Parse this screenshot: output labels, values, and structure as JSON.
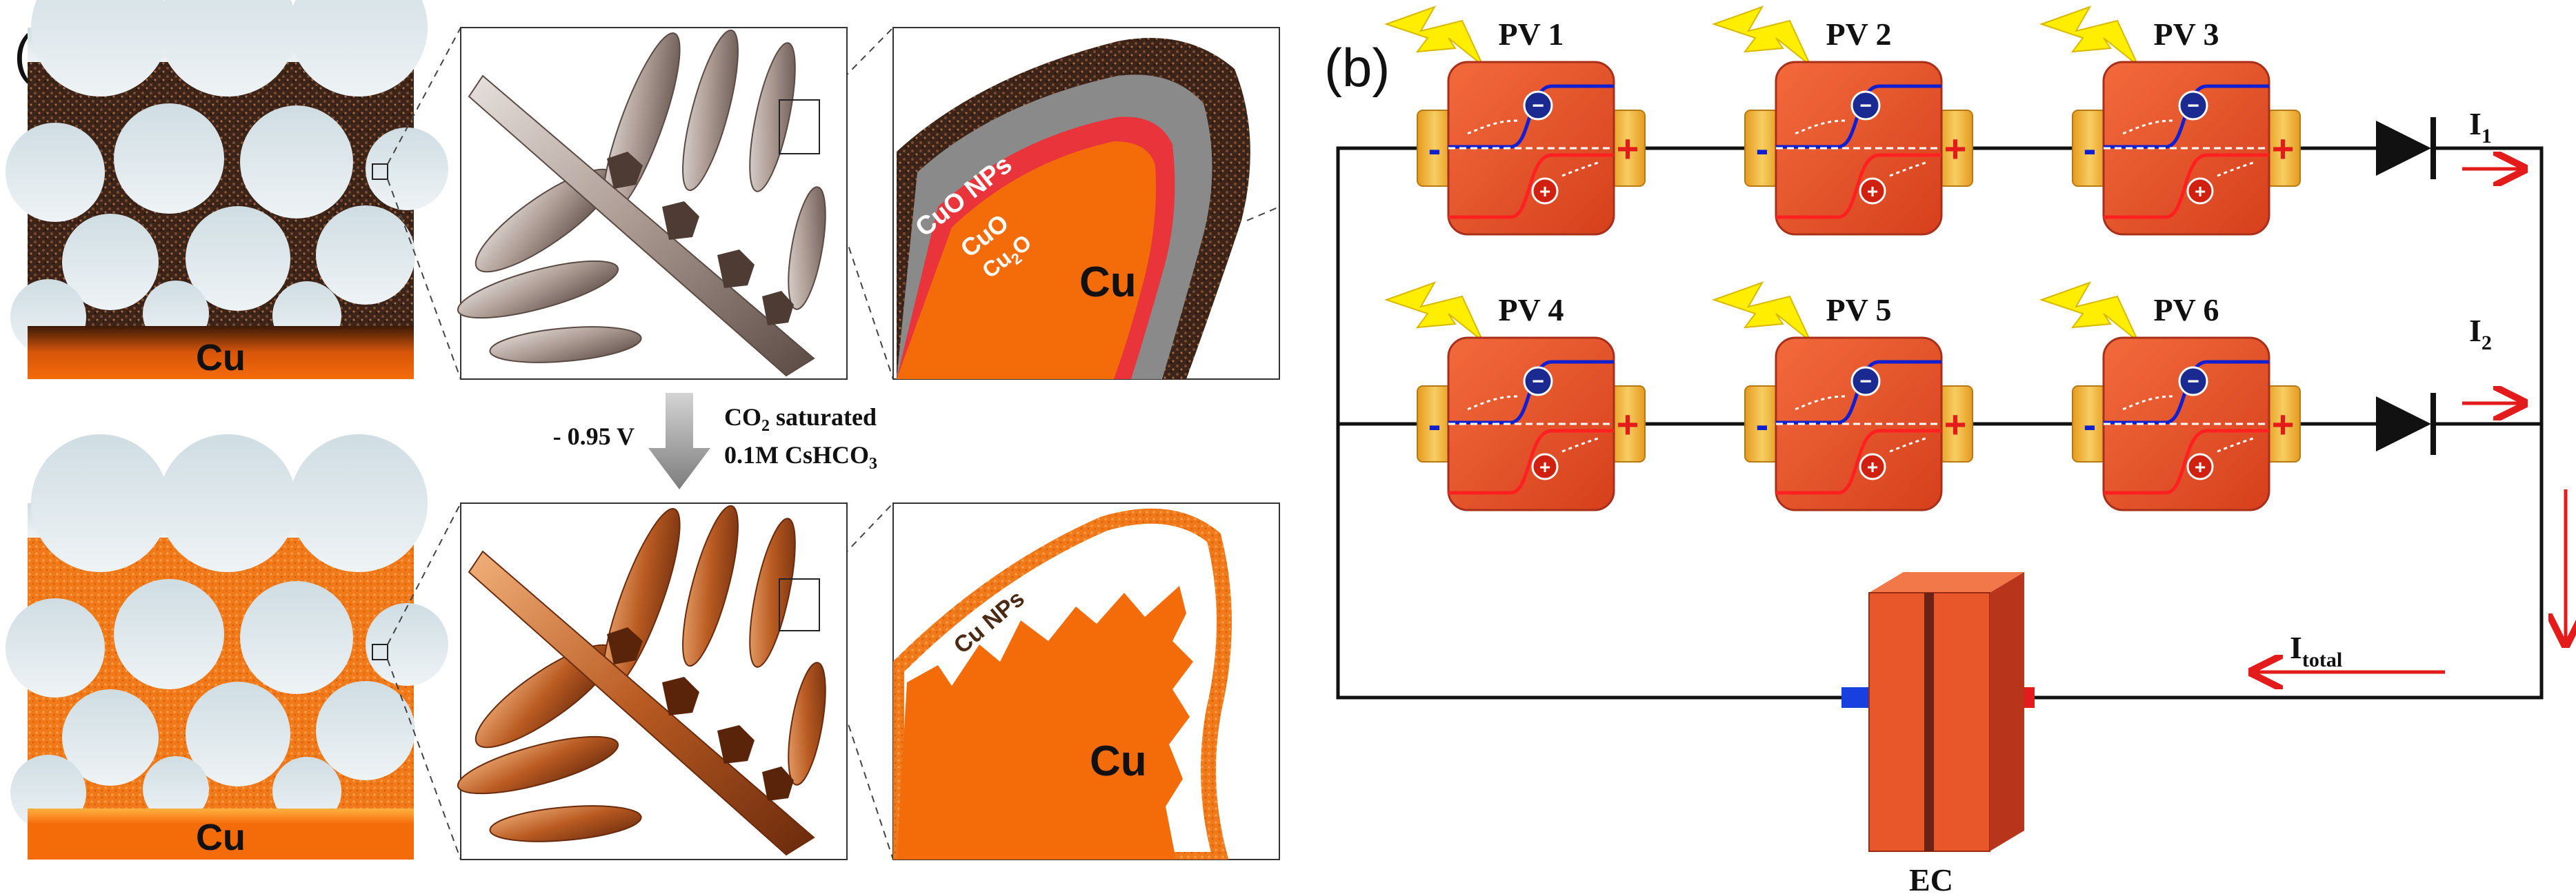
{
  "panel_a": {
    "label": "(a)",
    "top_row": {
      "substrate_label": "Cu",
      "zoom_layers": [
        "CuO NPs",
        "CuO",
        "Cu",
        "2",
        "O"
      ],
      "zoom_core_label": "Cu"
    },
    "process": {
      "voltage": "- 0.95 V",
      "line1_prefix": "CO",
      "line1_sub": "2",
      "line1_suffix": " saturated",
      "line2": "0.1M CsHCO",
      "line2_sub": "3"
    },
    "bottom_row": {
      "substrate_label": "Cu",
      "zoom_np_label": "Cu NPs",
      "zoom_core_label": "Cu"
    },
    "colors": {
      "oxide_dark": "#4a2a1e",
      "copper_orange": "#f46b0a",
      "cu2o_red": "#e8343a",
      "cuo_gray": "#8a8a8a",
      "sky": "#dbe6ea"
    }
  },
  "panel_b": {
    "label": "(b)",
    "cells": [
      {
        "label": "PV 1"
      },
      {
        "label": "PV 2"
      },
      {
        "label": "PV 3"
      },
      {
        "label": "PV 4"
      },
      {
        "label": "PV 5"
      },
      {
        "label": "PV 6"
      }
    ],
    "minus": "-",
    "plus": "+",
    "electron": "−",
    "hole": "+",
    "current1": {
      "main": "I",
      "sub": "1"
    },
    "current2": {
      "main": "I",
      "sub": "2"
    },
    "current_total": {
      "main": "I",
      "sub": "total"
    },
    "ec_label": "EC",
    "colors": {
      "cell_red": "#e8572a",
      "terminal_gold": "#f0b43c",
      "bolt_yellow": "#ffee00",
      "arrow_red": "#e41b1b",
      "band_blue": "#1020d0"
    }
  }
}
